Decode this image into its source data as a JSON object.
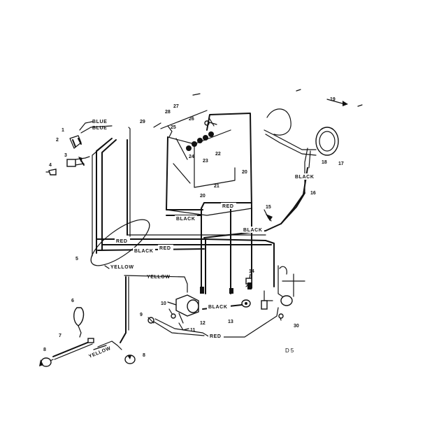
{
  "wire_labels": {
    "blue_1": "BLUE",
    "blue_2": "BLUE",
    "red_main": "RED",
    "black_main": "BLACK",
    "red_harness": "RED",
    "black_harness": "BLACK",
    "black_right": "BLACK",
    "yellow_harness": "YELLOW",
    "yellow_mid": "YELLOW",
    "black_light": "BLACK",
    "black_lower": "BLACK",
    "red_lower": "RED",
    "yellow_lower": "YELLOW"
  },
  "callouts": {
    "n1": "1",
    "n2": "2",
    "n3": "3",
    "n4": "4",
    "n5": "5",
    "n6": "6",
    "n7": "7",
    "n8a": "8",
    "n8b": "8",
    "n9": "9",
    "n10": "10",
    "n11": "11",
    "n12": "12",
    "n13": "13",
    "n14": "14",
    "n15": "15",
    "n16": "16",
    "n17": "17",
    "n18": "18",
    "n19": "19",
    "n20a": "20",
    "n20b": "20",
    "n21": "21",
    "n22": "22",
    "n23": "23",
    "n24": "24",
    "n25": "25",
    "n26": "26",
    "n27": "27",
    "n28": "28",
    "n29": "29",
    "n30": "30"
  },
  "figure_code": "D5"
}
